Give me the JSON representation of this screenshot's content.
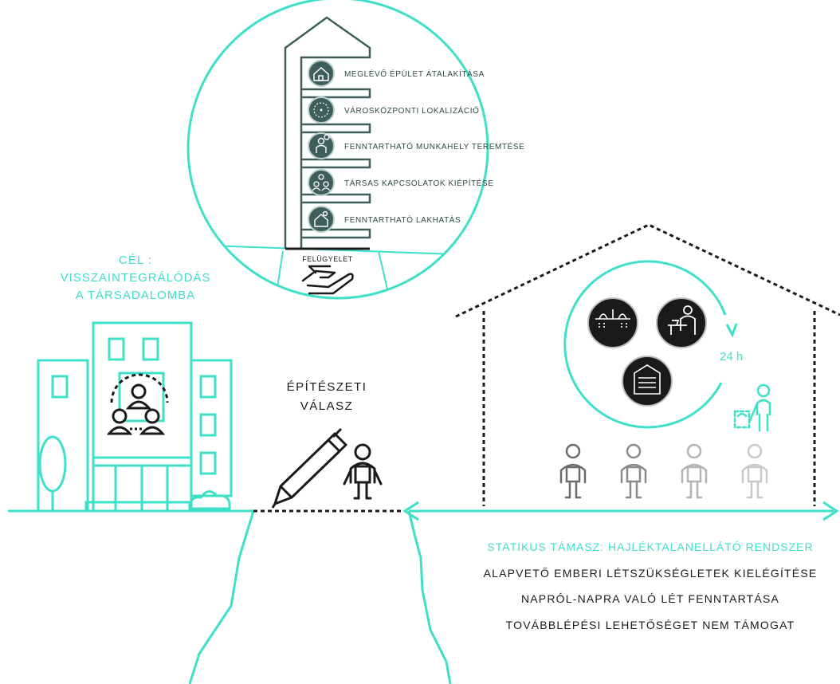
{
  "colors": {
    "accent": "#3ee0c8",
    "ink": "#1a1a1a",
    "step_icon_fill": "#3d5e5a",
    "gray_dark": "#6b6b6b",
    "gray_mid": "#9a9a9a",
    "gray_light": "#c9c9c9"
  },
  "goal": {
    "line1": "CÉL :",
    "line2": "VISSZAINTEGRÁLÓDÁS",
    "line3": "A TÁRSADALOMBA"
  },
  "architectural_answer": {
    "line1": "ÉPÍTÉSZETI",
    "line2": "VÁLASZ"
  },
  "ladder": {
    "steps": [
      {
        "label": "MEGLÉVŐ ÉPÜLET ÁTALAKÍTÁSA",
        "icon": "house-icon"
      },
      {
        "label": "VÁROSKÖZPONTI LOKALIZÁCIÓ",
        "icon": "location-circle-icon"
      },
      {
        "label": "FENNTARTHATÓ MUNKAHELY TEREMTÉSE",
        "icon": "worker-icon"
      },
      {
        "label": "TÁRSAS KAPCSOLATOK KIÉPÍTÉSE",
        "icon": "community-icon"
      },
      {
        "label": "FENNTARTHATÓ LAKHATÁS",
        "icon": "home-care-icon"
      }
    ],
    "support_label": "FELÜGYELET",
    "support_icon": "helping-hand-icon"
  },
  "shelter": {
    "cycle_label": "24 h",
    "icons": [
      "shower-icon",
      "dining-icon",
      "storage-icon"
    ],
    "people_count_icons": [
      "person-icon",
      "person-icon",
      "person-icon",
      "person-icon"
    ]
  },
  "static_support": {
    "title": "STATIKUS TÁMASZ: HAJLÉKTALANELLÁTÓ RENDSZER",
    "lines": [
      "ALAPVETŐ EMBERI LÉTSZÜKSÉGLETEK KIELÉGÍTÉSE",
      "NAPRÓL-NAPRA VALÓ LÉT FENNTARTÁSA",
      "TOVÁBBLÉPÉSI LEHETŐSÉGET NEM TÁMOGAT"
    ]
  }
}
